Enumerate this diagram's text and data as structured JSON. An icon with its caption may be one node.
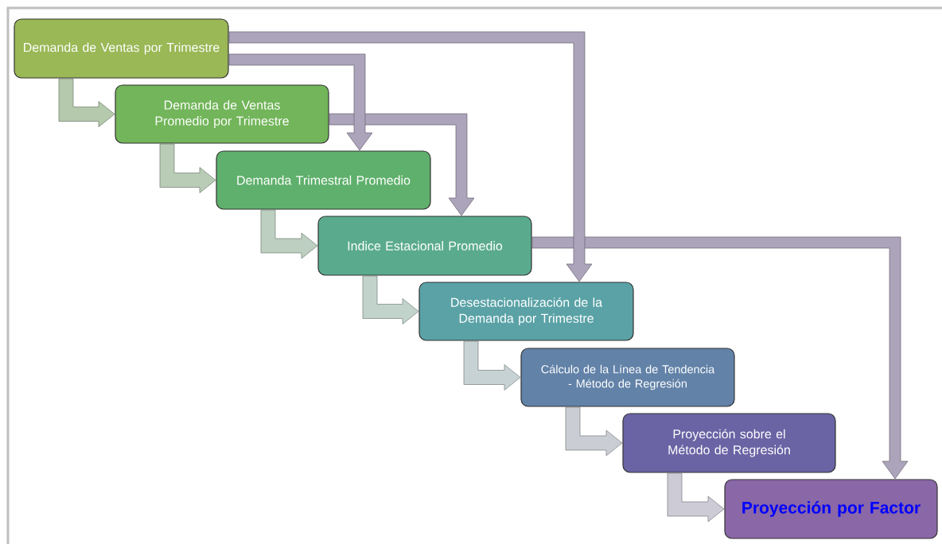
{
  "diagram": {
    "nodes": [
      {
        "text": [
          "Demanda de Ventas por Trimestre"
        ]
      },
      {
        "text": [
          "Demanda de Ventas Promedio por Trimestre"
        ]
      },
      {
        "text": [
          "Demanda Trimestral Promedio"
        ]
      },
      {
        "text": [
          "Indice Estacional Promedio"
        ]
      },
      {
        "text": [
          "Desestacionalización de la Demanda por Trimestre"
        ]
      },
      {
        "text": [
          "Cálculo de la Línea de Tendencia - Método de Regresión"
        ]
      },
      {
        "text": [
          "Proyección sobre el Método de Regresión"
        ]
      },
      {
        "text": [
          "Proyección por Factor"
        ]
      }
    ],
    "edges": [
      {
        "from": 0,
        "to": 1,
        "arrow": "to"
      },
      {
        "from": 1,
        "to": 2,
        "arrow": "to"
      },
      {
        "from": 2,
        "to": 3,
        "arrow": "to"
      },
      {
        "from": 3,
        "to": 4,
        "arrow": "to"
      },
      {
        "from": 4,
        "to": 5,
        "arrow": "to"
      },
      {
        "from": 5,
        "to": 6,
        "arrow": "to"
      },
      {
        "from": 6,
        "to": 7,
        "arrow": "to"
      },
      {
        "from": 3,
        "to": 7,
        "arrow": "to",
        "color": "#aca4bb"
      },
      {
        "from": 1,
        "to": 3,
        "arrow": "to",
        "color": "#aca4bb"
      },
      {
        "from": 0,
        "to": 2,
        "arrow": "to",
        "color": "#aca4bb"
      },
      {
        "from": 0,
        "to": 4,
        "arrow": "to",
        "color": "#aca4bb"
      }
    ]
  }
}
